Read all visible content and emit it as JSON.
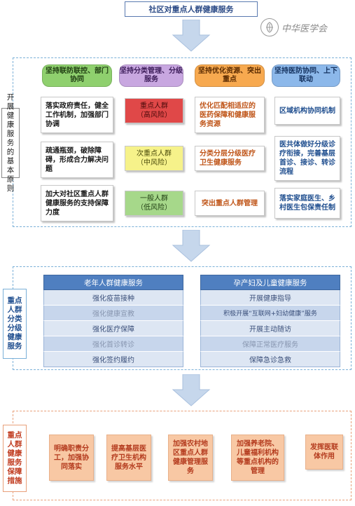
{
  "title": "社区对重点人群健康服务",
  "logo_text": "中华医学会",
  "colors": {
    "arrow": "#c6d7ec",
    "panel_border": "#7ab0d8",
    "pill_green": "#8fd06e",
    "pill_purple": "#c8a7e0",
    "pill_orange": "#f7a94f",
    "pill_blue": "#8cb8ea",
    "red_box": "#e04848",
    "yellow_box": "#f6f28a",
    "green_box": "#a6d88a",
    "table_header": "#4f7fc0",
    "measure_fill": "#f8c8a4"
  },
  "section1": {
    "label": "开展健康服务的基本原则",
    "pills": [
      "坚持联防联控、部门协同",
      "坚持分类管理、分级服务",
      "坚持优化资源、突出重点",
      "坚持医防协同、上下联动"
    ],
    "col1": [
      "落实政府责任，健全工作机制，加强部门协调",
      "疏通瓶颈，破除障碍，形成合力解决问题",
      "加大对社区重点人群健康服务的支持保障力度"
    ],
    "col2": [
      {
        "name": "重点人群",
        "risk": "（高风险）"
      },
      {
        "name": "次重点人群",
        "risk": "（中风险）"
      },
      {
        "name": "一般人群",
        "risk": "（低风险）"
      }
    ],
    "col3": [
      "优化匹配相适应的医药保障和健康服务资源",
      "分类分层分级医疗卫生健康服务",
      "突出重点人群管理"
    ],
    "col4": [
      "区域机构协同机制",
      "医共体做好分级诊疗衔接，完善基层首诊、接诊、转诊流程",
      "落实家庭医生、乡村医生包保责任制"
    ]
  },
  "section2": {
    "label": "重点人群分类分级健康服务",
    "left_header": "老年人群健康服务",
    "left_rows": [
      "强化疫苗接种",
      "强化健康宣教",
      "强化医疗保障",
      "强化首诊转诊",
      "强化签约履约"
    ],
    "right_header": "孕产妇及儿童健康服务",
    "right_rows": [
      "开展健康指导",
      "积极开展“互联网+妇幼健康”服务",
      "开展主动随访",
      "保障正常医疗服务",
      "保障急诊急救"
    ]
  },
  "section3": {
    "label": "重点人群健康服务保障措施",
    "measures": [
      "明确职责分工，加强协同落实",
      "提高基层医疗卫生机构服务水平",
      "加强农村地区重点人群健康管理服务",
      "加强养老院、儿童福利机构等重点机构的管理",
      "发挥医联体作用"
    ]
  }
}
